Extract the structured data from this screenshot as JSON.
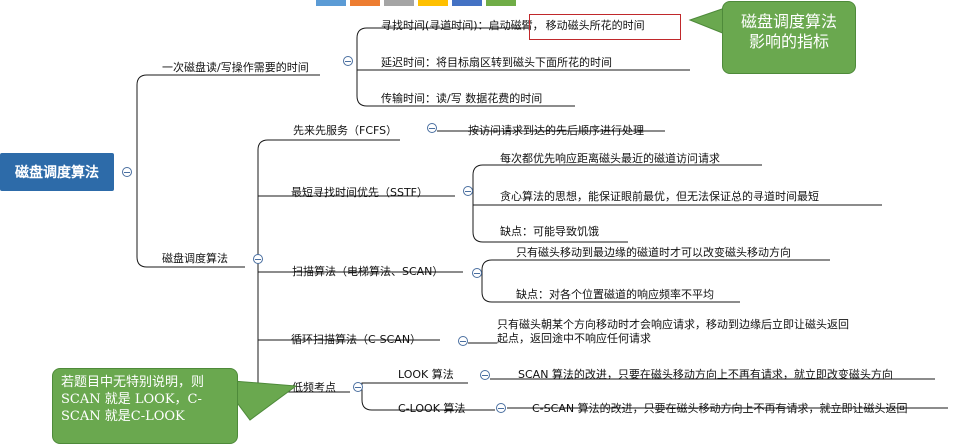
{
  "swatch_colors": [
    "#5b9bd5",
    "#ed7d31",
    "#a5a5a5",
    "#ffc000",
    "#4472c4",
    "#70ad47"
  ],
  "root": {
    "label": "磁盘调度算法"
  },
  "branch_time": {
    "label": "一次磁盘读/写操作需要的时间",
    "items": [
      {
        "prefix": "寻找时间(寻道时间)：启动磁臂，",
        "highlight": "移动磁头所花的时间"
      },
      {
        "text": "延迟时间：将目标扇区转到磁头下面所花的时间"
      },
      {
        "text": "传输时间：读/写 数据花费的时间"
      }
    ]
  },
  "branch_algo": {
    "label": "磁盘调度算法",
    "fcfs": {
      "label": "先来先服务（FCFS）",
      "desc": "按访问请求到达的先后顺序进行处理"
    },
    "sstf": {
      "label": "最短寻找时间优先（SSTF）",
      "items": [
        "每次都优先响应距离磁头最近的磁道访问请求",
        "贪心算法的思想，能保证眼前最优，但无法保证总的寻道时间最短",
        "缺点：可能导致饥饿"
      ]
    },
    "scan": {
      "label": "扫描算法（电梯算法、SCAN）",
      "items": [
        "只有磁头移动到最边缘的磁道时才可以改变磁头移动方向",
        "缺点：对各个位置磁道的响应频率不平均"
      ]
    },
    "cscan": {
      "label": "循环扫描算法（C-SCAN）",
      "desc": "只有磁头朝某个方向移动时才会响应请求，移动到边缘后立即让磁头返回起点，返回途中不响应任何请求"
    },
    "lowfreq": {
      "label": "低频考点",
      "look": {
        "label": "LOOK 算法",
        "desc": "SCAN 算法的改进，只要在磁头移动方向上不再有请求，就立即改变磁头方向"
      },
      "clook": {
        "label": "C-LOOK 算法",
        "desc": "C-SCAN 算法的改进，只要在磁头移动方向上不再有请求，就立即让磁头返回"
      }
    }
  },
  "callouts": {
    "metric": "磁盘调度算法影响的指标",
    "note": "若题目中无特别说明，则SCAN 就是 LOOK，C-SCAN 就是C-LOOK"
  }
}
